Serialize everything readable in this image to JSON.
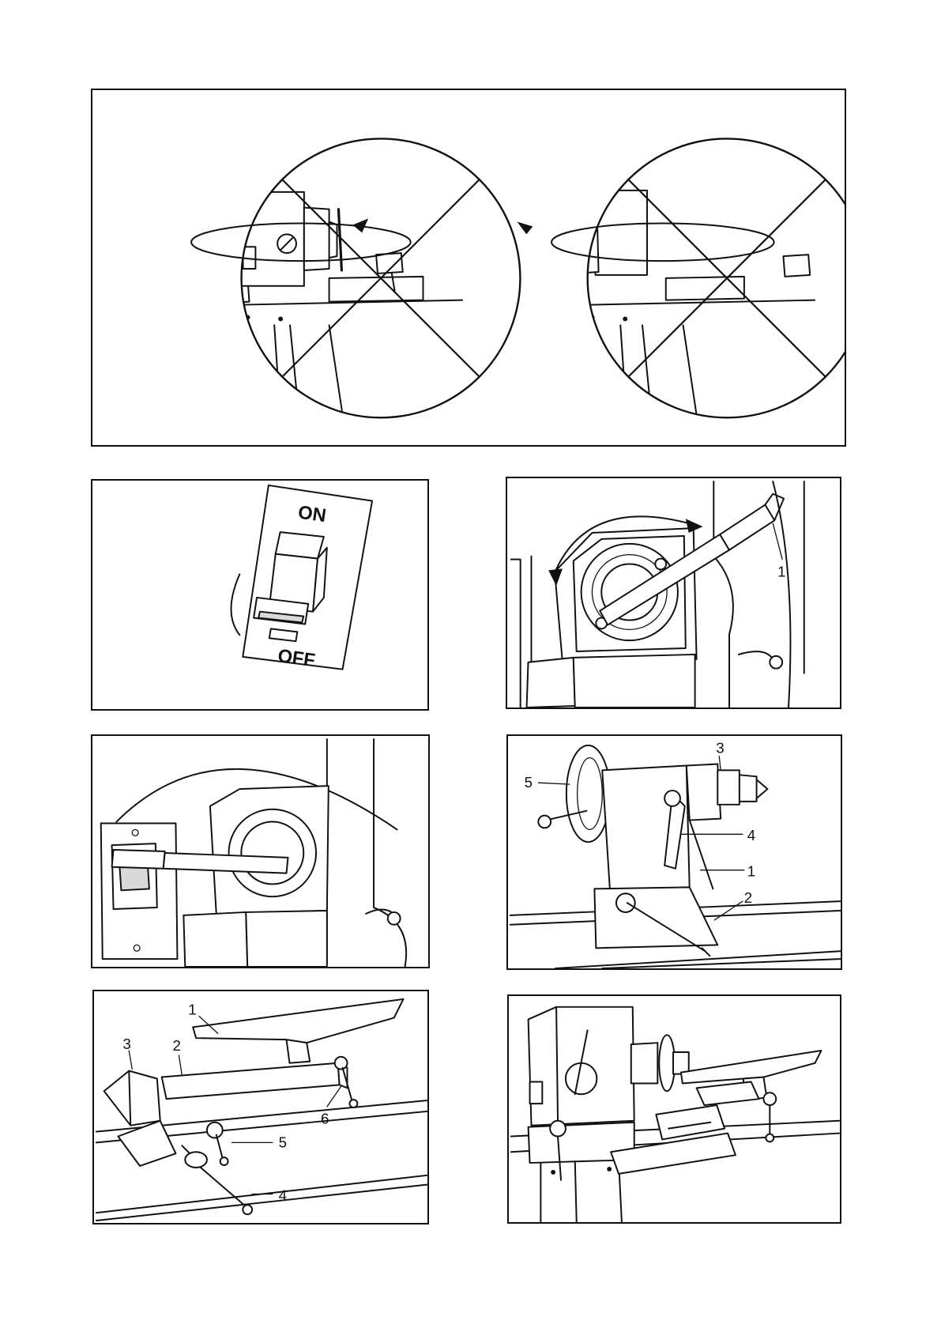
{
  "switch": {
    "on_label": "ON",
    "off_label": "OFF"
  },
  "fig_spindle_lock": {
    "callouts": [
      "1"
    ]
  },
  "fig_tailstock": {
    "callouts": [
      "5",
      "3",
      "4",
      "1",
      "2"
    ]
  },
  "fig_tool_rest": {
    "callouts": [
      "1",
      "3",
      "2",
      "6",
      "5",
      "4"
    ]
  },
  "colors": {
    "line": "#111111",
    "paper": "#ffffff"
  }
}
